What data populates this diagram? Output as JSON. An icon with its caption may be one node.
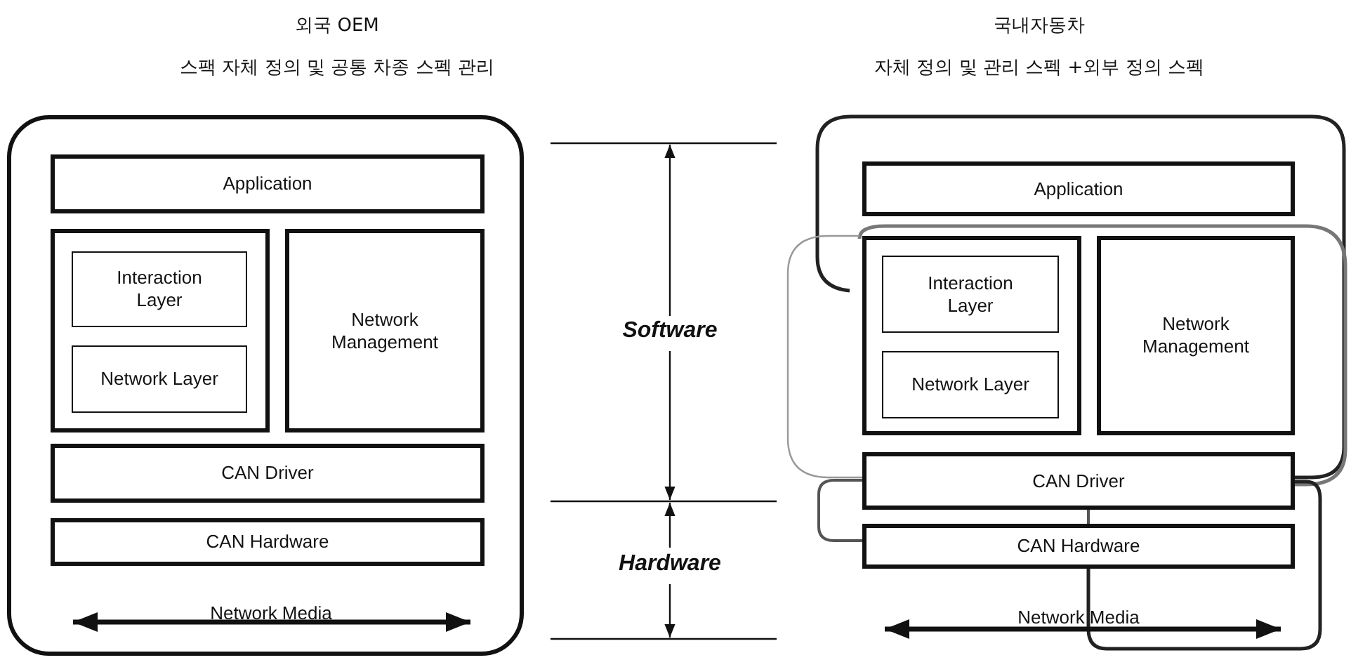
{
  "diagram": {
    "nodes": [
      {
        "text": [],
        "shape": "box"
      },
      {
        "text": [
          "Application"
        ],
        "in": 0
      },
      {
        "text": [],
        "shape": "box",
        "in": 0
      },
      {
        "text": [
          "Interaction Layer"
        ],
        "in": 2
      },
      {
        "text": [
          "Network Layer"
        ],
        "in": 2
      },
      {
        "text": [
          "Network Management"
        ],
        "in": 0
      },
      {
        "text": [
          "CAN Driver"
        ],
        "in": 0
      },
      {
        "text": [
          "CAN Hardware"
        ],
        "in": 0
      },
      {
        "text": [
          "Application"
        ]
      },
      {
        "text": [],
        "shape": "box"
      },
      {
        "text": [
          "Interaction Layer"
        ],
        "in": 9
      },
      {
        "text": [
          "Network Layer"
        ],
        "in": 9
      },
      {
        "text": [
          "Network Management"
        ]
      },
      {
        "text": [
          "CAN Driver"
        ]
      },
      {
        "text": [
          "CAN Hardware"
        ]
      }
    ],
    "labels": [
      "외국 OEM",
      "스팩 자체 정의 및 공통 차종 스펙 관리",
      "국내자동차",
      "자체 정의 및 관리 스펙 +외부 정의 스펙",
      "Software",
      "Hardware",
      "Network Media",
      "Network Media"
    ]
  }
}
